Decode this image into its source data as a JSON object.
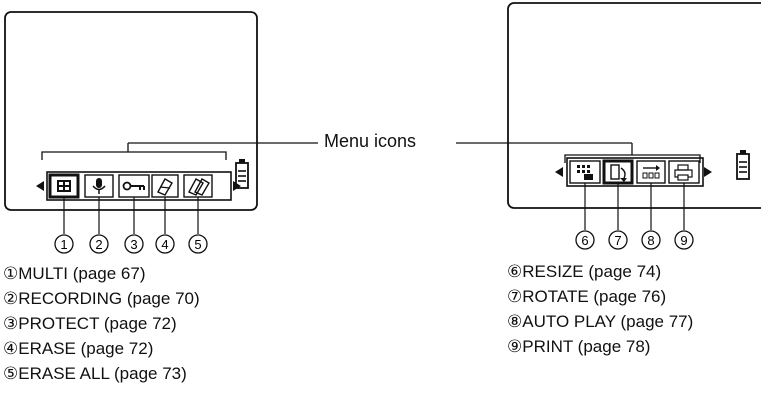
{
  "header": {
    "menu_icons_label": "Menu icons"
  },
  "left_panel": {
    "icons": [
      {
        "num": "1",
        "icon": "multi-icon"
      },
      {
        "num": "2",
        "icon": "microphone-icon"
      },
      {
        "num": "3",
        "icon": "key-icon"
      },
      {
        "num": "4",
        "icon": "erase-icon"
      },
      {
        "num": "5",
        "icon": "erase-all-icon"
      }
    ],
    "items": [
      {
        "marker": "①",
        "text": "MULTI (page 67)"
      },
      {
        "marker": "②",
        "text": "RECORDING (page 70)"
      },
      {
        "marker": "③",
        "text": "PROTECT (page 72)"
      },
      {
        "marker": "④",
        "text": "ERASE (page 72)"
      },
      {
        "marker": "⑤",
        "text": "ERASE ALL (page 73)"
      }
    ]
  },
  "right_panel": {
    "icons": [
      {
        "num": "6",
        "icon": "resize-icon"
      },
      {
        "num": "7",
        "icon": "rotate-icon"
      },
      {
        "num": "8",
        "icon": "auto-play-icon"
      },
      {
        "num": "9",
        "icon": "print-icon"
      }
    ],
    "items": [
      {
        "marker": "⑥",
        "text": "RESIZE (page 74)"
      },
      {
        "marker": "⑦",
        "text": "ROTATE (page 76)"
      },
      {
        "marker": "⑧",
        "text": "AUTO PLAY (page 77)"
      },
      {
        "marker": "⑨",
        "text": "PRINT (page 78)"
      }
    ]
  },
  "colors": {
    "line": "#111111",
    "background": "#ffffff"
  }
}
